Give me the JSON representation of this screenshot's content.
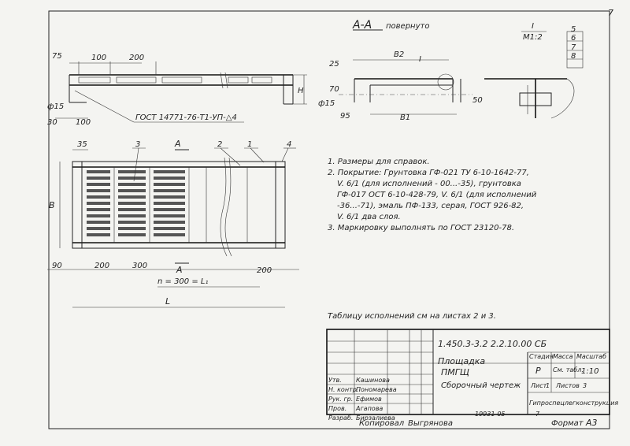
{
  "sheet": {
    "page_number": "7",
    "format_label": "Формат",
    "format_value": "А3",
    "copied_label": "Копировал",
    "copied_name": "Выгрянова",
    "inventory_no": "19931-05"
  },
  "section": {
    "title": "А-А",
    "note": "повернуто",
    "view_label": "I",
    "view_scale": "М1:2",
    "callouts": [
      "5",
      "6",
      "7",
      "8"
    ]
  },
  "dims_top": {
    "d75": "75",
    "d100": "100",
    "d200": "200",
    "d15": "ф15",
    "d30": "30",
    "d100b": "100",
    "gost": "ГОСТ 14771-76-Т1-УП-△4",
    "H": "Н"
  },
  "dims_section": {
    "B2": "В2",
    "B1": "В1",
    "d25": "25",
    "d70": "70",
    "d15": "ф15",
    "d95": "95",
    "d50": "50",
    "I": "I"
  },
  "dims_plan": {
    "d35": "35",
    "p3": "3",
    "p2": "2",
    "p1": "1",
    "p4": "4",
    "A1": "А",
    "A2": "А",
    "B": "В",
    "d90": "90",
    "d200a": "200",
    "d300": "300",
    "d200b": "200",
    "n300": "n = 300 = L₁",
    "L": "L"
  },
  "notes": [
    "1. Размеры для справок.",
    "2. Покрытие: Грунтовка ГФ-021 ТУ 6-10-1642-77,",
    "V. 6/1 (для исполнений - 00...-35), грунтовка",
    "ГФ-017 ОСТ 6-10-428-79, V. 6/1 (для исполнений",
    "-36...-71), эмаль ПФ-133, серая, ГОСТ 926-82,",
    "V. 6/1 два слоя.",
    "3. Маркировку выполнять по ГОСТ 23120-78."
  ],
  "table_note": "Таблицу исполнений см на листах 2 и 3.",
  "title_block": {
    "doc_code": "1.450.3-3.2  2.2.10.00 СБ",
    "name_line1": "Площадка",
    "name_line2": "ПМГЩ",
    "name_line3": "Сборочный чертеж",
    "col_stage": "Стадия",
    "col_mass": "Масса",
    "col_scale": "Масштаб",
    "stage": "Р",
    "mass": "См. табл.",
    "scale": "1:10",
    "sheet_label": "Лист",
    "sheet_no": "1",
    "sheets_label": "Листов",
    "sheets_no": "3",
    "org": "Гипроспецлегконструкция",
    "roles": [
      "Утв.",
      "Н. контр.",
      "Рук. гр.",
      "Пров.",
      "Разраб."
    ],
    "names": [
      "Кашинова",
      "Пономарева",
      "Ефимов",
      "Агапова",
      "Бирзалиева"
    ],
    "dates": [
      "",
      "",
      "",
      "",
      ""
    ]
  }
}
